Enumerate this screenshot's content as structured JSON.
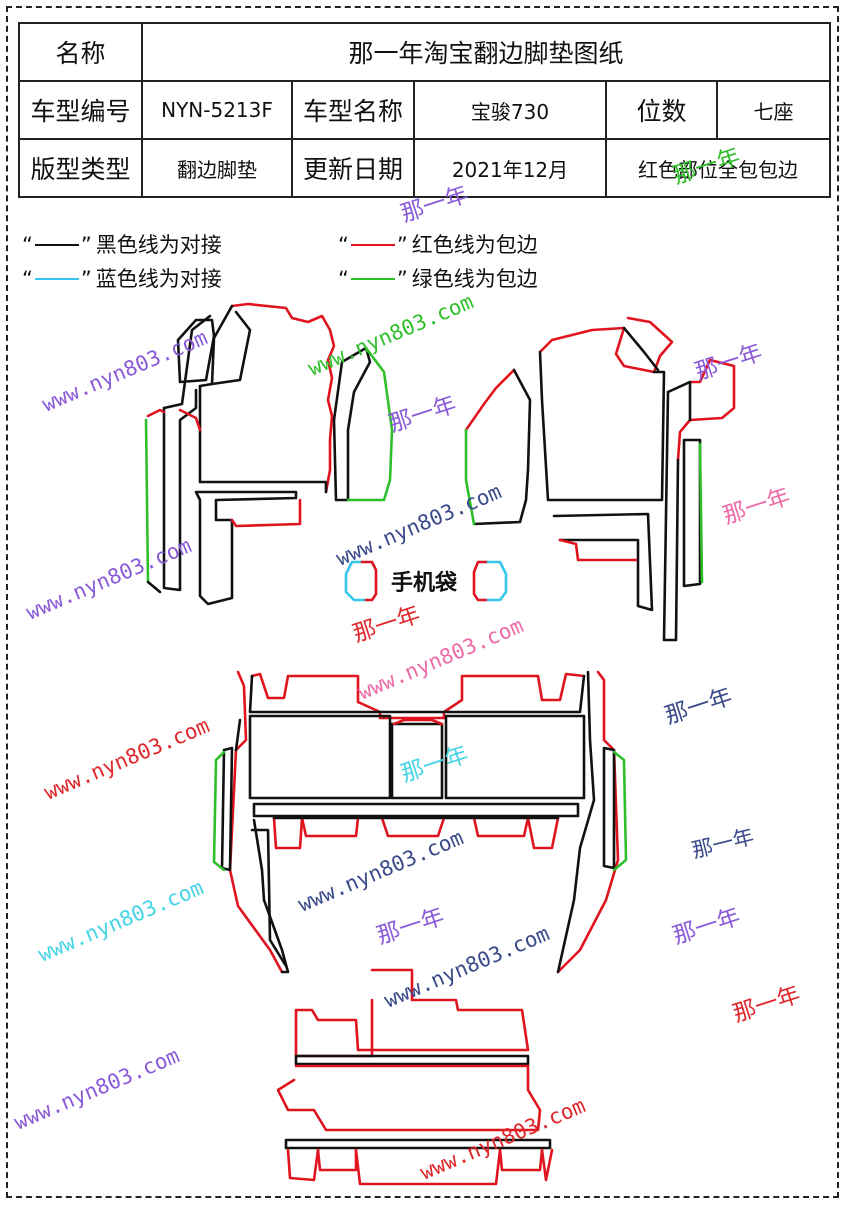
{
  "table": {
    "row1": {
      "label": "名称",
      "title": "那一年淘宝翻边脚垫图纸"
    },
    "row2": {
      "label": "车型编号",
      "code": "NYN-5213F",
      "name_label": "车型名称",
      "name": "宝骏730",
      "seat_label": "位数",
      "seats": "七座"
    },
    "row3": {
      "label": "版型类型",
      "type": "翻边脚垫",
      "date_label": "更新日期",
      "date": "2021年12月",
      "note": "红色部位全包包边"
    }
  },
  "legend": {
    "items": [
      {
        "quote_open": "“",
        "quote_close": "”",
        "text": "黑色线为对接",
        "color": "#111111"
      },
      {
        "quote_open": "“",
        "quote_close": "”",
        "text": "红色线为包边",
        "color": "#e0141e"
      },
      {
        "quote_open": "“",
        "quote_close": "”",
        "text": "蓝色线为对接",
        "color": "#35c6ec"
      },
      {
        "quote_open": "“",
        "quote_close": "”",
        "text": "绿色线为包边",
        "color": "#2fbf2a"
      }
    ]
  },
  "drawing": {
    "phone_pocket_label": "手机袋"
  },
  "watermarks": {
    "url": "www.nyn803.com",
    "brand": "那一年"
  },
  "colors": {
    "black": "#111111",
    "red": "#e0141e",
    "blue": "#35c6ec",
    "green": "#2fbf2a",
    "wm_purple": "#8a5ad8",
    "wm_pink": "#ee6aa8",
    "wm_navy": "#3a4a8a",
    "wm_cyan": "#45d3e6",
    "wm_red": "#e0262a"
  }
}
